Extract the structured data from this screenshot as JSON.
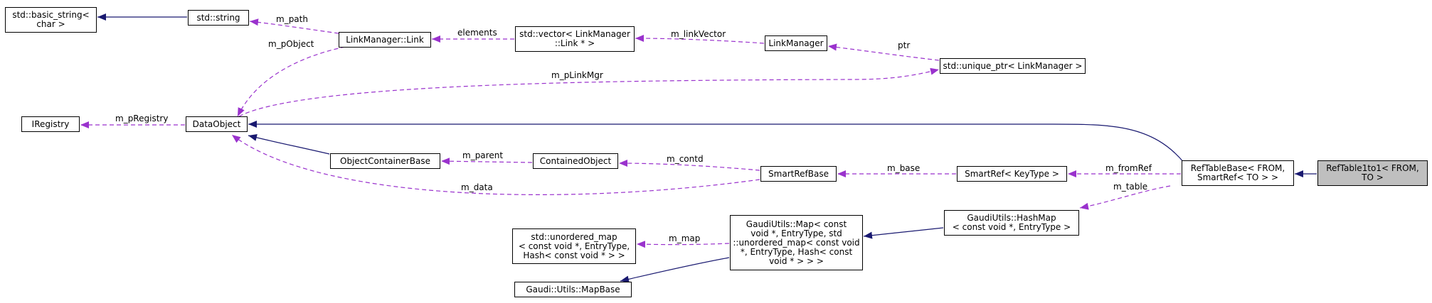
{
  "colors": {
    "inherit": "#191970",
    "member": "#9a32cd",
    "highlight": "#bfbfbf"
  },
  "nodes": {
    "basic_string": {
      "l1": "std::basic_string<",
      "l2": "char >"
    },
    "string": {
      "l1": "std::string"
    },
    "link": {
      "l1": "LinkManager::Link"
    },
    "vector": {
      "l1": "std::vector< LinkManager",
      "l2": "::Link * >"
    },
    "linkmanager": {
      "l1": "LinkManager"
    },
    "unique_ptr": {
      "l1": "std::unique_ptr< LinkManager >"
    },
    "iregistry": {
      "l1": "IRegistry"
    },
    "dataobject": {
      "l1": "DataObject"
    },
    "ocb": {
      "l1": "ObjectContainerBase"
    },
    "contained": {
      "l1": "ContainedObject"
    },
    "smartrefbase": {
      "l1": "SmartRefBase"
    },
    "smartref": {
      "l1": "SmartRef< KeyType >"
    },
    "reftablebase": {
      "l1": "RefTableBase< FROM,",
      "l2": "SmartRef< TO > >"
    },
    "reftable1to1": {
      "l1": "RefTable1to1< FROM,",
      "l2": "TO >"
    },
    "hashmap": {
      "l1": "GaudiUtils::HashMap",
      "l2": "< const void *, EntryType >"
    },
    "unordered_map": {
      "l1": "std::unordered_map",
      "l2": "< const void *, EntryType,",
      "l3": "Hash< const void * > >"
    },
    "gmap": {
      "l1": "GaudiUtils::Map< const",
      "l2": "void *, EntryType, std",
      "l3": "::unordered_map< const void",
      "l4": "*, EntryType, Hash< const",
      "l5": "void * > > >"
    },
    "mapbase": {
      "l1": "Gaudi::Utils::MapBase"
    }
  },
  "edge_labels": {
    "m_path": "m_path",
    "m_pObject": "m_pObject",
    "elements": "elements",
    "m_linkVector": "m_linkVector",
    "ptr": "ptr",
    "m_pLinkMgr": "m_pLinkMgr",
    "m_pRegistry": "m_pRegistry",
    "m_parent": "m_parent",
    "m_contd": "m_contd",
    "m_base": "m_base",
    "m_fromRef": "m_fromRef",
    "m_table": "m_table",
    "m_data": "m_data",
    "m_map": "m_map"
  }
}
